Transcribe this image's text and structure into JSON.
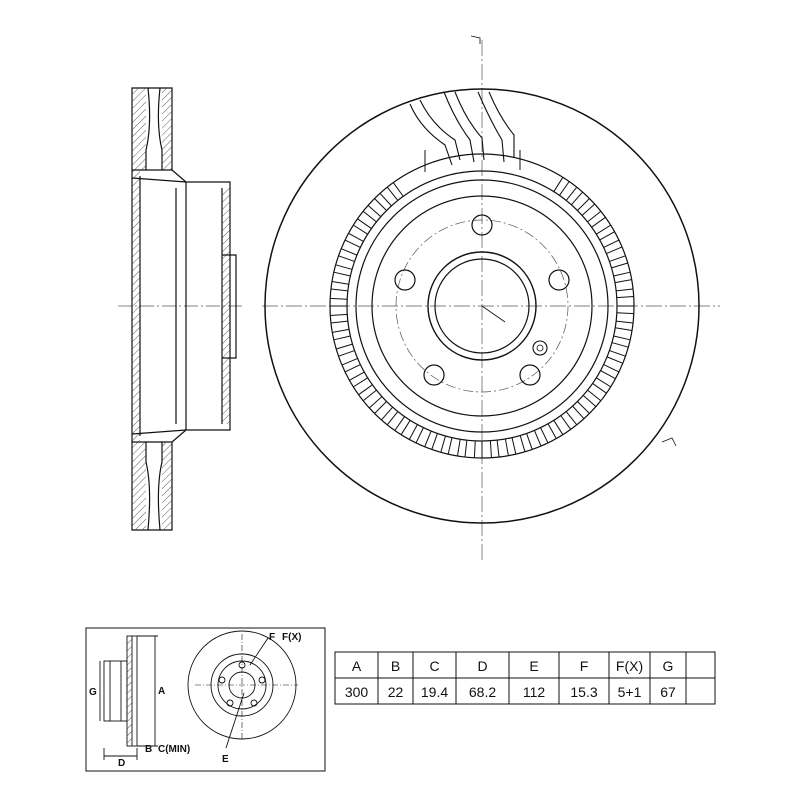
{
  "dimension_labels": {
    "a": "A",
    "b": "B",
    "c_min": "C(MIN)",
    "d": "D",
    "e": "E",
    "f": "F",
    "f_x": "F(X)",
    "g": "G"
  },
  "spec_table": {
    "headers": [
      "A",
      "B",
      "C",
      "D",
      "E",
      "F",
      "F(X)",
      "G"
    ],
    "values": [
      "300",
      "22",
      "19.4",
      "68.2",
      "112",
      "15.3",
      "5+1",
      "67"
    ]
  },
  "colors": {
    "line": "#111111",
    "hatch": "#333333",
    "centerline": "#555555"
  },
  "icons": [
    "brake-disc-side-section",
    "brake-disc-front-view"
  ]
}
